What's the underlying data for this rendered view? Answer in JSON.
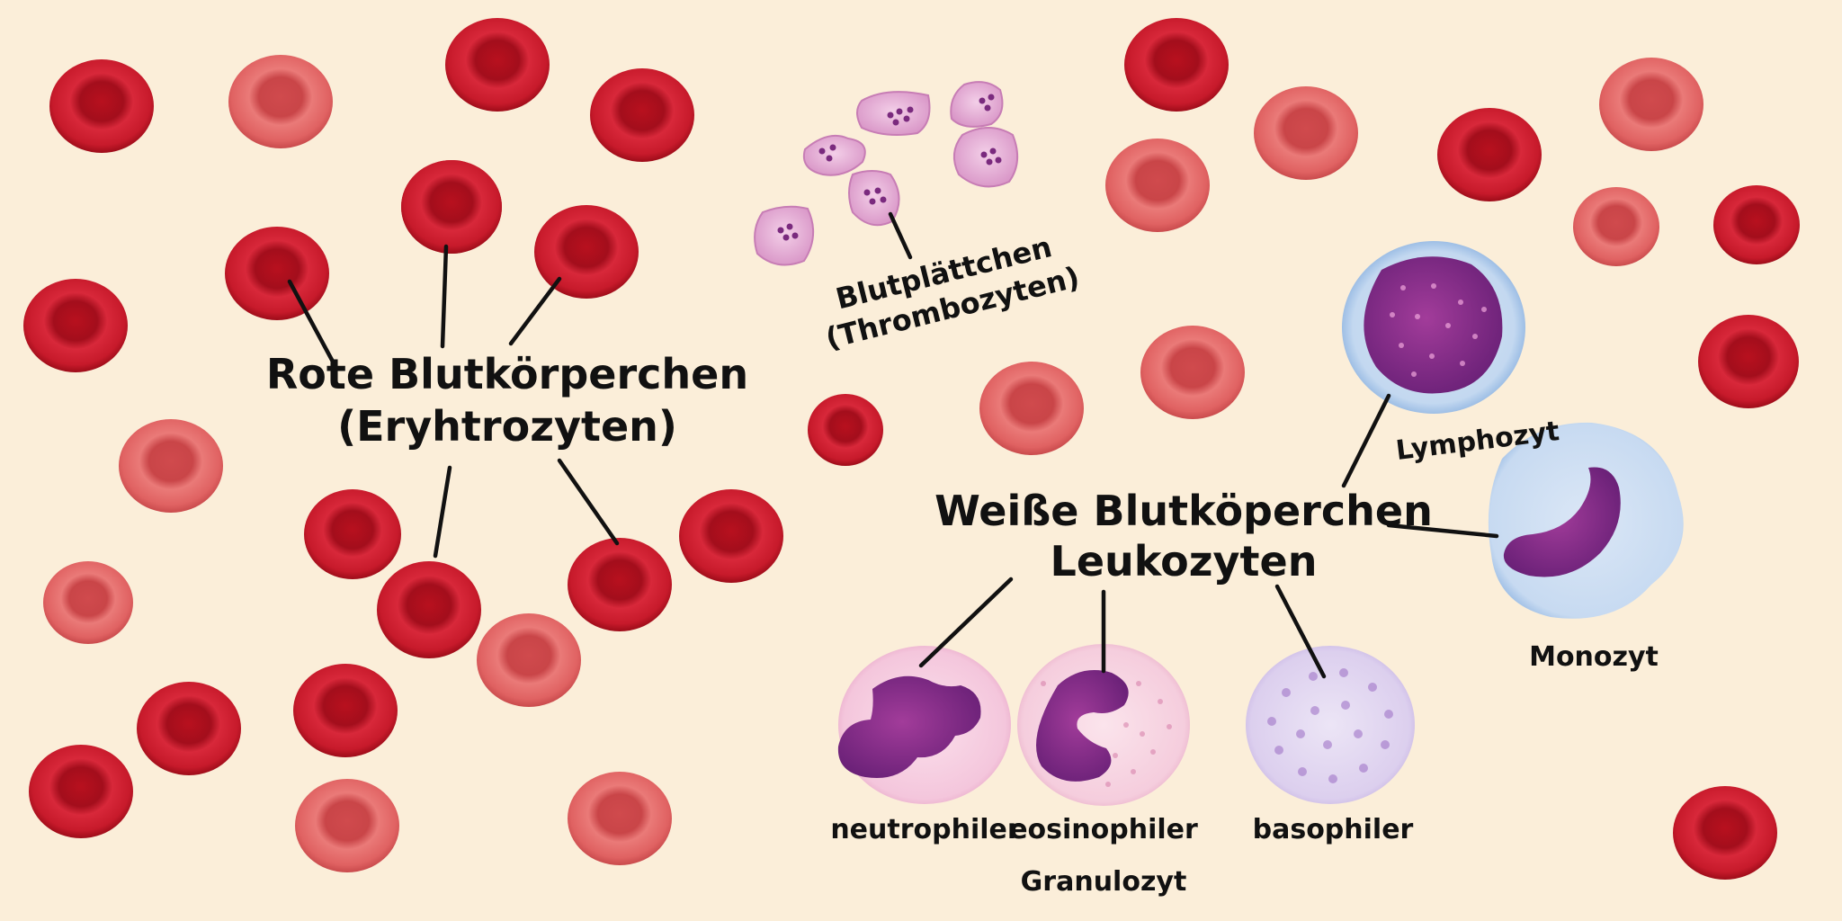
{
  "labels": {
    "rbc_line1": "Rote Blutkörperchen",
    "rbc_line2": "(Eryhtrozyten)",
    "platelet_line1": "Blutplättchen",
    "platelet_line2": "(Thrombozyten)",
    "wbc_line1": "Weiße Blutköperchen",
    "wbc_line2": "Leukozyten",
    "lymphocyte": "Lymphozyt",
    "monocyte": "Monozyt",
    "neutrophil": "neutrophiler",
    "eosinophil": "eosinophiler",
    "basophil": "basophiler",
    "granulocyte": "Granulozyt"
  },
  "colors": {
    "background": "#fbeed9",
    "rbc_dark": "#c81a2a",
    "rbc_light": "#e06060",
    "platelet": "#e9b7da",
    "lymphocyte_cytoplasm": "#bcd4ef",
    "nucleus": "#8a2a8e",
    "neutrophil_cytoplasm": "#f6cde0",
    "eosinophil_cytoplasm": "#f7d4e0",
    "basophil_cytoplasm": "#ded3ee",
    "text": "#111111"
  }
}
